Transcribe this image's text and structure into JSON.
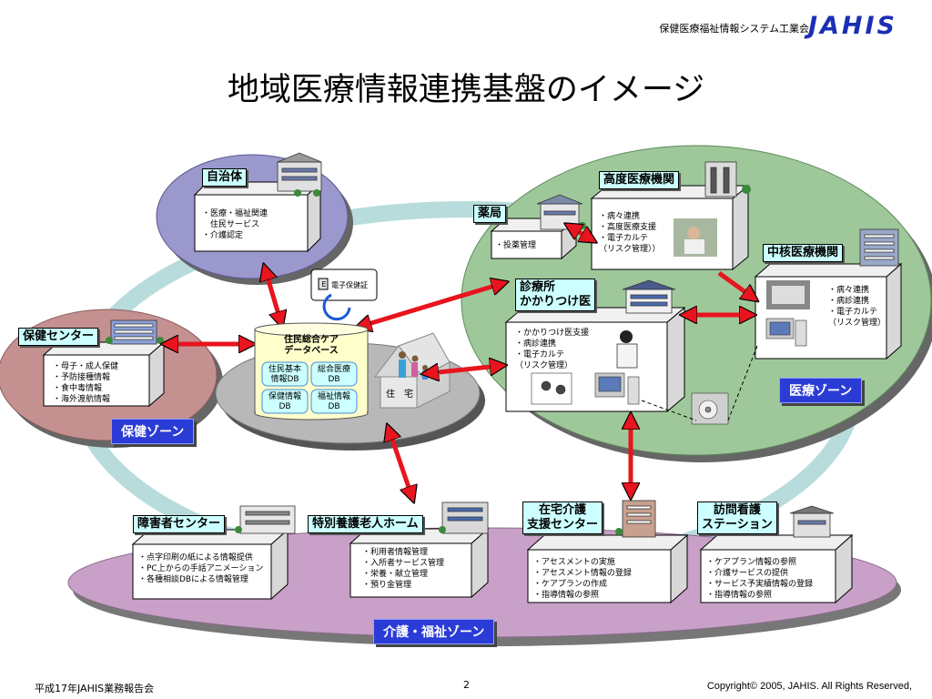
{
  "header": {
    "org": "保健医療福祉情報システム工業会",
    "logo": "JAHIS"
  },
  "title": "地域医療情報連携基盤のイメージ",
  "nodes": {
    "jichitai": {
      "label": "自治体",
      "items": [
        "・医療・福祉関連",
        "　住民サービス",
        "・介護認定"
      ]
    },
    "hoken_center": {
      "label": "保健センター",
      "items": [
        "・母子・成人保健",
        "・予防接種情報",
        "・食中毒情報",
        "・海外渡航情報"
      ]
    },
    "yakkyoku": {
      "label": "薬局",
      "items": [
        "・投薬管理"
      ]
    },
    "koudo": {
      "label": "高度医療機関",
      "items": [
        "・病々連携",
        "・高度医療支援",
        "・電子カルテ",
        "（リスク管理））"
      ]
    },
    "chukaku": {
      "label": "中核医療機関",
      "items": [
        "・病々連携",
        "・病診連携",
        "・電子カルテ",
        "（リスク管理）"
      ]
    },
    "shinryojo": {
      "label_line1": "診療所",
      "label_line2": "かかりつけ医",
      "items": [
        "・かかりつけ医支援",
        "・病診連携",
        "・電子カルテ",
        "（リスク管理）"
      ]
    },
    "shogai": {
      "label": "障害者センター",
      "items": [
        "・点字印刷の紙による情報提供",
        "・PC上からの手話アニメーション",
        "・各種相談DBによる情報管理"
      ]
    },
    "tokubetsu": {
      "label": "特別養護老人ホーム",
      "items": [
        "・利用者情報管理",
        "・入所者サービス管理",
        "・栄養・献立管理",
        "・預り金管理"
      ]
    },
    "zaitaku": {
      "label_line1": "在宅介護",
      "label_line2": "支援センター",
      "items": [
        "・アセスメントの実施",
        "・アセスメント情報の登録",
        "・ケアプランの作成",
        "・指導情報の参照"
      ]
    },
    "houmon": {
      "label_line1": "訪問看護",
      "label_line2": "ステーション",
      "items": [
        "・ケアプラン情報の参照",
        "・介護サービスの提供",
        "・サービス予実績情報の登録",
        "・指導情報の参照"
      ]
    }
  },
  "database": {
    "title_line1": "住民総合ケア",
    "title_line2": "データベース",
    "cells": [
      {
        "l1": "住民基本",
        "l2": "情報DB"
      },
      {
        "l1": "総合医療",
        "l2": "DB"
      },
      {
        "l1": "保健情報",
        "l2": "DB"
      },
      {
        "l1": "福祉情報",
        "l2": "DB"
      }
    ]
  },
  "card": {
    "text": "電子保健証",
    "icon": "E"
  },
  "jutaku": {
    "label": "住　宅"
  },
  "zones": {
    "hoken": "保健ゾーン",
    "iryo": "医療ゾーン",
    "kaigo": "介護・福祉ゾーン"
  },
  "footer": {
    "left": "平成17年JAHIS業務報告会",
    "page": "2",
    "right": "Copyright© 2005, JAHIS. All Rights Reserved,"
  },
  "colors": {
    "arrow": "#e8141e",
    "zone_badge": "#2a3bd6",
    "label_bg": "#ccffff",
    "logo": "#1b2fb5",
    "purple_ellipse": "#9a98cc",
    "pink_ellipse": "#c49090",
    "green_ellipse": "#9ec89a",
    "kaigo_ellipse": "#c8a0c8",
    "ring": "#b0d8d8"
  }
}
